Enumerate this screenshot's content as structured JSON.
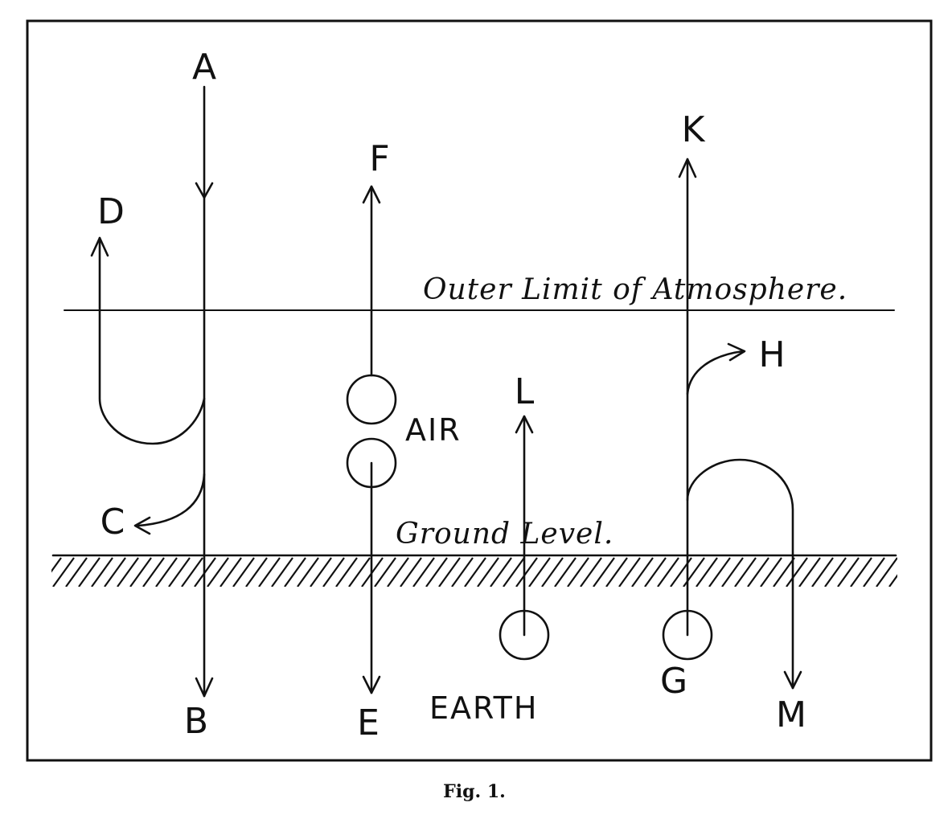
{
  "figure": {
    "caption": "Fig. 1.",
    "boundaries": {
      "outer_limit": "Outer Limit of Atmosphere.",
      "ground_level": "Ground Level."
    },
    "regions": {
      "air": "AIR",
      "earth": "EARTH"
    },
    "points": {
      "A": "A",
      "B": "B",
      "C": "C",
      "D": "D",
      "E": "E",
      "F": "F",
      "G": "G",
      "H": "H",
      "K": "K",
      "L": "L",
      "M": "M"
    }
  }
}
